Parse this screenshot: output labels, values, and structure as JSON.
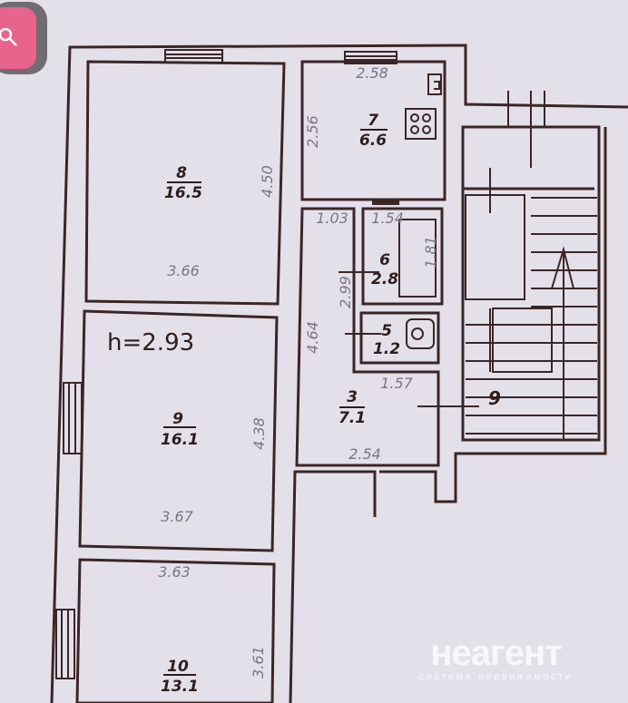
{
  "plan": {
    "ceiling_height": "h=2.93",
    "rooms": [
      {
        "number": "8",
        "area": "16.5",
        "dims": [
          "4.50",
          "3.66"
        ]
      },
      {
        "number": "7",
        "area": "6.6",
        "dims": [
          "2.58",
          "2.56"
        ]
      },
      {
        "number": "6",
        "area": "2.8",
        "dims": [
          "1.54",
          "1.81"
        ]
      },
      {
        "number": "5",
        "area": "1.2"
      },
      {
        "number": "3",
        "area": "7.1",
        "dims": [
          "1.03",
          "2.99",
          "4.64",
          "1.57",
          "2.54"
        ]
      },
      {
        "number": "9",
        "area": "16.1",
        "dims": [
          "4.38",
          "3.67"
        ]
      },
      {
        "number": "10",
        "area": "13.1",
        "dims": [
          "3.63",
          "3.61"
        ]
      }
    ],
    "stair_label": "9"
  },
  "watermark": {
    "logo": "неагент",
    "tagline": "система недвижимости"
  },
  "colors": {
    "background": "#e4e0ea",
    "walls": "#3b2626",
    "accent": "#e8648c"
  }
}
